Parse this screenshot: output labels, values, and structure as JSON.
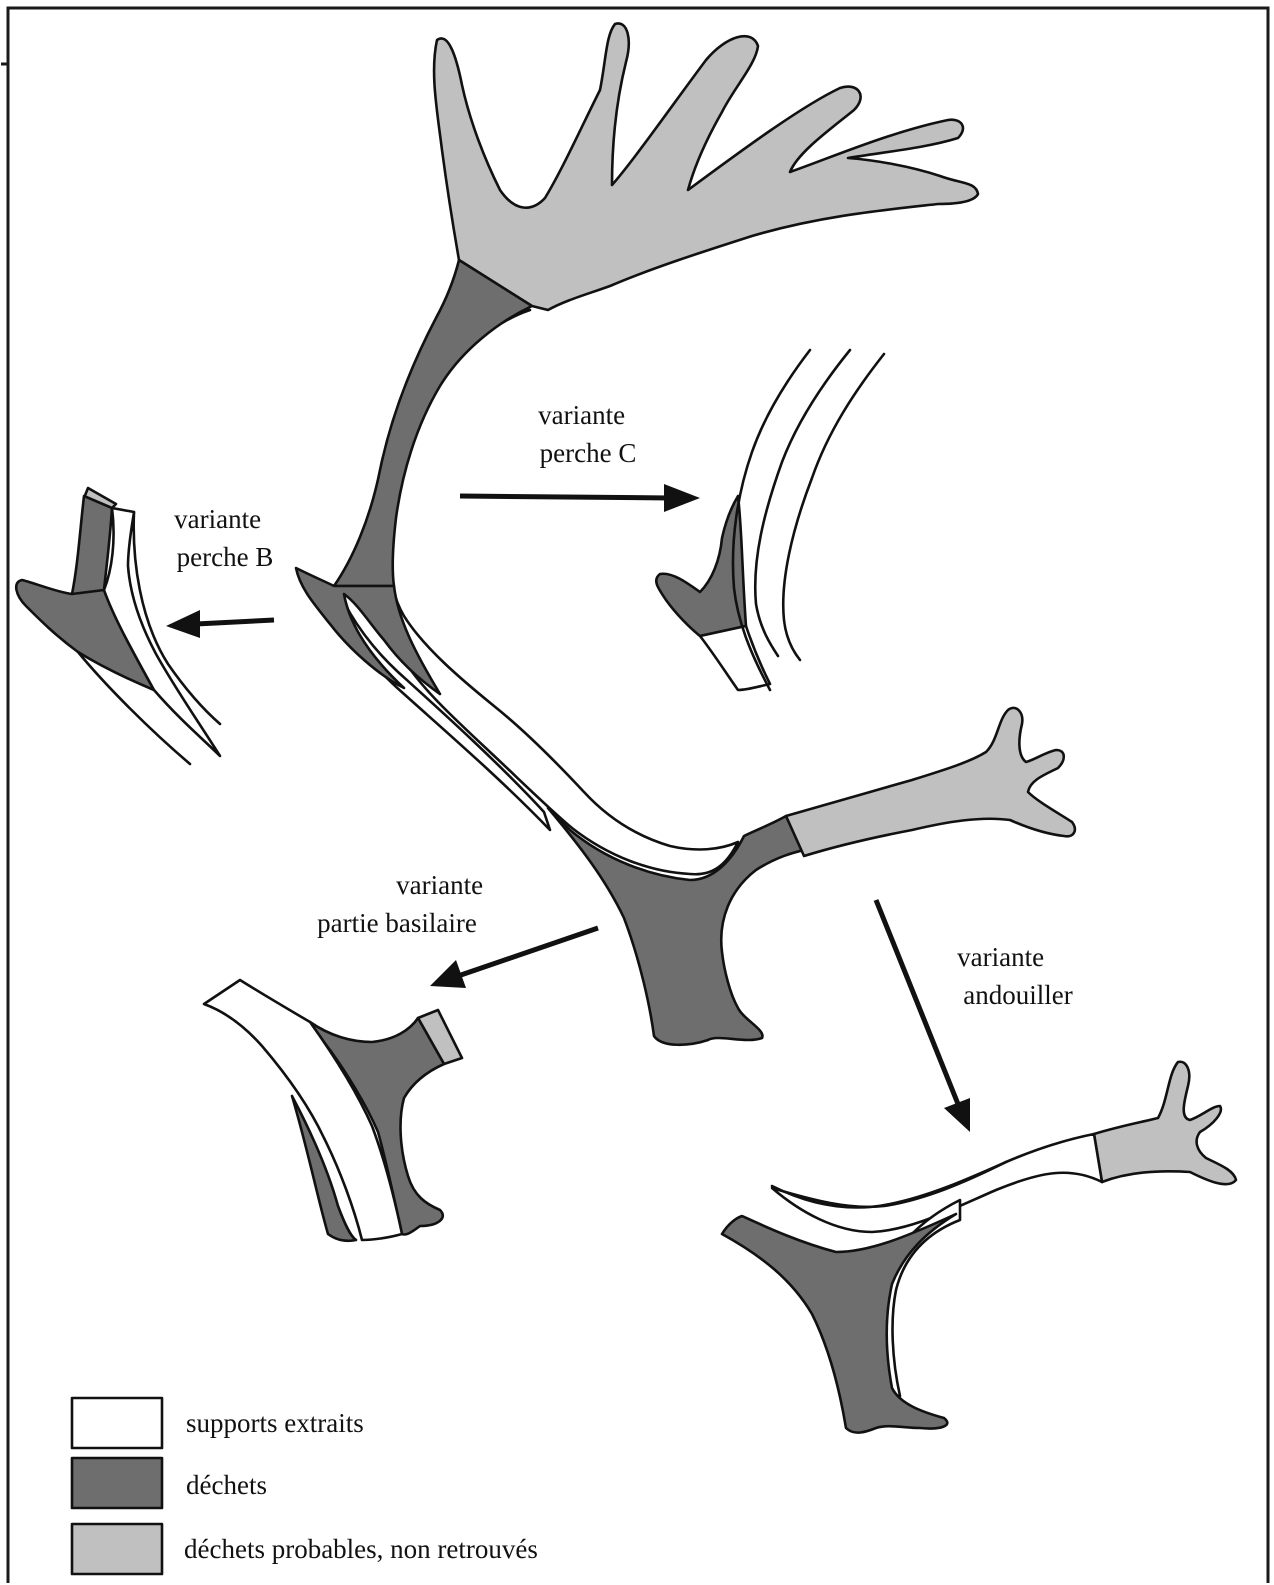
{
  "colors": {
    "supports": "#ffffff",
    "dechets": "#6e6e6e",
    "probables": "#c0c0c0",
    "outline": "#111111"
  },
  "labels": {
    "perche_c": [
      "variante",
      "perche C"
    ],
    "perche_b": [
      "variante",
      "perche B"
    ],
    "partie_basilaire": [
      "variante",
      "partie basilaire"
    ],
    "andouiller": [
      "variante",
      "andouiller"
    ]
  },
  "legend": {
    "items": [
      {
        "key": "supports",
        "label": "supports extraits"
      },
      {
        "key": "dechets",
        "label": "déchets"
      },
      {
        "key": "probables",
        "label": "déchets probables, non retrouvés"
      }
    ]
  }
}
